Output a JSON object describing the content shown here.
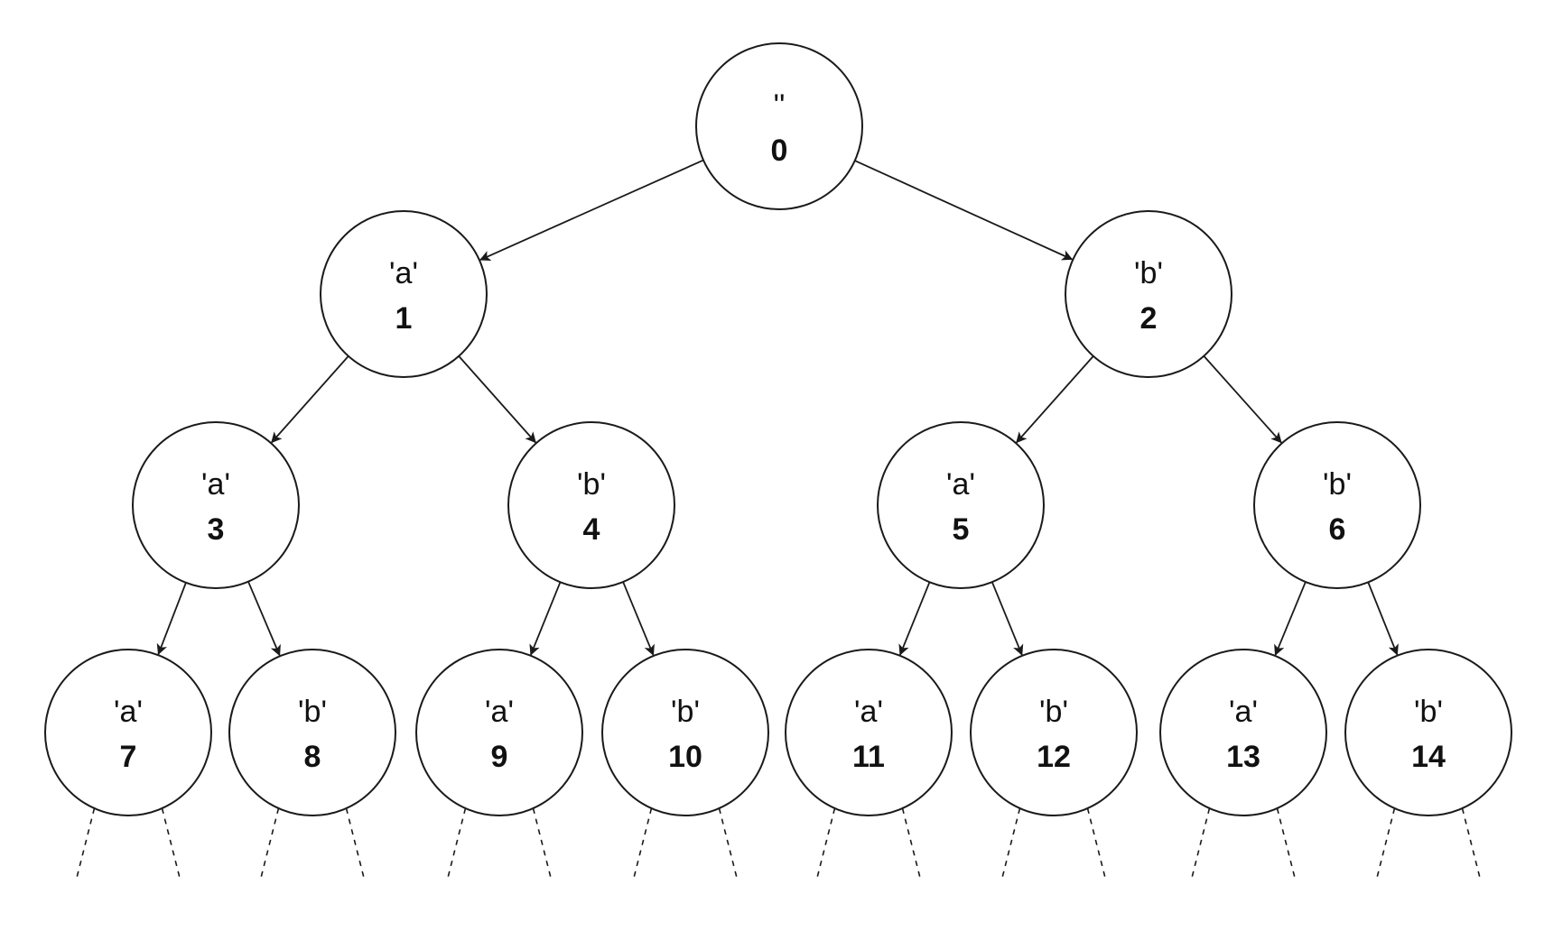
{
  "diagram": {
    "type": "binary-tree",
    "colors": {
      "stroke": "#1a1a1a",
      "fill": "#ffffff",
      "text": "#111111"
    },
    "nodes": [
      {
        "id": 0,
        "char": "''",
        "index": "0"
      },
      {
        "id": 1,
        "char": "'a'",
        "index": "1"
      },
      {
        "id": 2,
        "char": "'b'",
        "index": "2"
      },
      {
        "id": 3,
        "char": "'a'",
        "index": "3"
      },
      {
        "id": 4,
        "char": "'b'",
        "index": "4"
      },
      {
        "id": 5,
        "char": "'a'",
        "index": "5"
      },
      {
        "id": 6,
        "char": "'b'",
        "index": "6"
      },
      {
        "id": 7,
        "char": "'a'",
        "index": "7"
      },
      {
        "id": 8,
        "char": "'b'",
        "index": "8"
      },
      {
        "id": 9,
        "char": "'a'",
        "index": "9"
      },
      {
        "id": 10,
        "char": "'b'",
        "index": "10"
      },
      {
        "id": 11,
        "char": "'a'",
        "index": "11"
      },
      {
        "id": 12,
        "char": "'b'",
        "index": "12"
      },
      {
        "id": 13,
        "char": "'a'",
        "index": "13"
      },
      {
        "id": 14,
        "char": "'b'",
        "index": "14"
      }
    ],
    "edges": [
      {
        "from": 0,
        "to": 1
      },
      {
        "from": 0,
        "to": 2
      },
      {
        "from": 1,
        "to": 3
      },
      {
        "from": 1,
        "to": 4
      },
      {
        "from": 2,
        "to": 5
      },
      {
        "from": 2,
        "to": 6
      },
      {
        "from": 3,
        "to": 7
      },
      {
        "from": 3,
        "to": 8
      },
      {
        "from": 4,
        "to": 9
      },
      {
        "from": 4,
        "to": 10
      },
      {
        "from": 5,
        "to": 11
      },
      {
        "from": 5,
        "to": 12
      },
      {
        "from": 6,
        "to": 13
      },
      {
        "from": 6,
        "to": 14
      }
    ],
    "continues_below": [
      7,
      8,
      9,
      10,
      11,
      12,
      13,
      14
    ]
  }
}
